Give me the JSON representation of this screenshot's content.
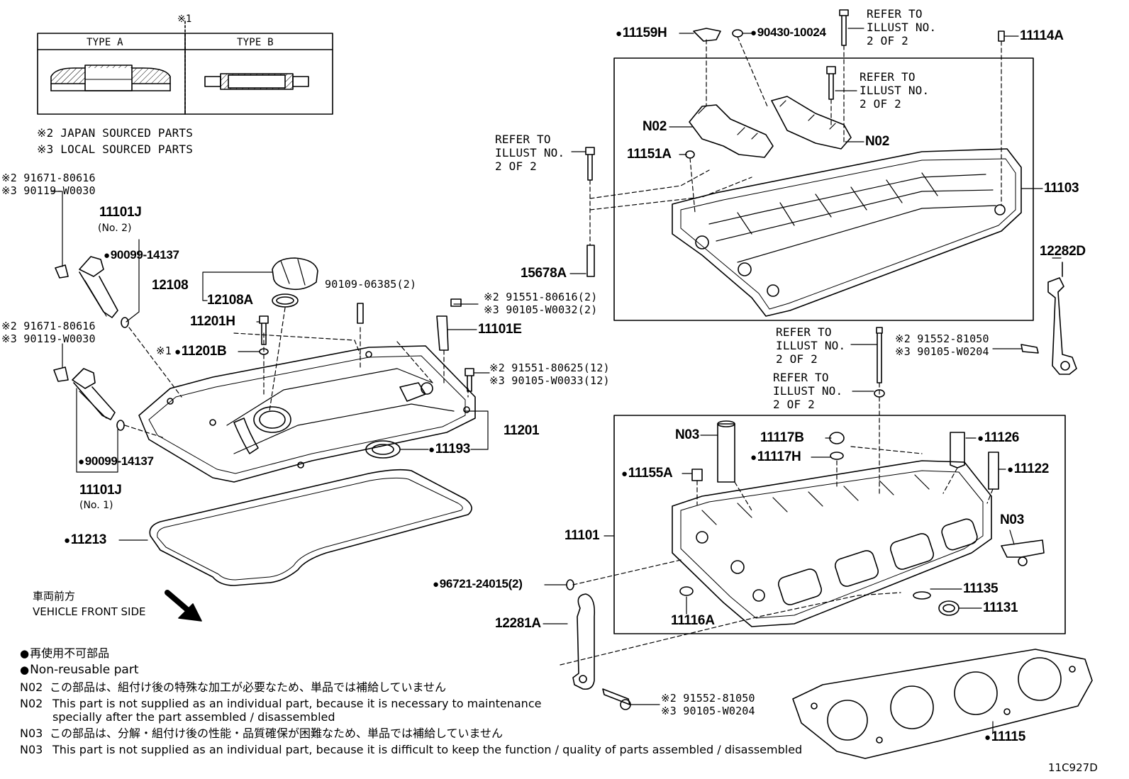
{
  "type_table": {
    "marker": "※1",
    "type_a": "TYPE A",
    "type_b": "TYPE B"
  },
  "source_legend": {
    "japan": "※2 JAPAN SOURCED PARTS",
    "local": "※3 LOCAL SOURCED PARTS"
  },
  "refer": {
    "r1": [
      "REFER TO",
      "ILLUST NO.",
      "2 OF 2"
    ]
  },
  "parts": {
    "p11159H": "11159H",
    "p90430": "90430-10024",
    "p11114A": "11114A",
    "pN02a": "N02",
    "pN02b": "N02",
    "p11151A": "11151A",
    "p11103": "11103",
    "p15678A": "15678A",
    "p12282D": "12282D",
    "p91552a_j": "※2 91552-81050",
    "p91552a_l": "※3 90105-W0204",
    "p91671a_j": "※2 91671-80616",
    "p91671a_l": "※3 90119-W0030",
    "p11101J2": "11101J",
    "p11101J2_no": "(No. 2)",
    "p90099a": "90099-14137",
    "p12108": "12108",
    "p12108A": "12108A",
    "p90109": "90109-06385(2)",
    "p91551a_j": "※2 91551-80616(2)",
    "p91551a_l": "※3 90105-W0032(2)",
    "p11201H": "11201H",
    "p11101E": "11101E",
    "p91671b_j": "※2 91671-80616",
    "p91671b_l": "※3 90119-W0030",
    "p11201B_mark": "※1",
    "p11201B": "11201B",
    "p91551b_j": "※2 91551-80625(12)",
    "p91551b_l": "※3 90105-W0033(12)",
    "p11201": "11201",
    "p11193": "11193",
    "p90099b": "90099-14137",
    "p11101J1": "11101J",
    "p11101J1_no": "(No. 1)",
    "p11213": "11213",
    "pN03a": "N03",
    "p11117B": "11117B",
    "p11117H": "11117H",
    "p11126": "11126",
    "p11122": "11122",
    "p11155A": "11155A",
    "p11101": "11101",
    "pN03b": "N03",
    "p96721": "96721-24015(2)",
    "p11135": "11135",
    "p11131": "11131",
    "p11116A": "11116A",
    "p12281A": "12281A",
    "p91552b_j": "※2 91552-81050",
    "p91552b_l": "※3 90105-W0204",
    "p11115": "11115"
  },
  "front": {
    "jp": "車両前方",
    "en": "VEHICLE FRONT SIDE"
  },
  "notes": {
    "nr_jp": "再使用不可部品",
    "nr_en": "Non-reusable part",
    "n02_code": "N02",
    "n02_jp": "この部品は、組付け後の特殊な加工が必要なため、単品では補給していません",
    "n02_en1": "This part is not supplied as an individual part, because it is necessary to maintenance",
    "n02_en2": "specially after the part assembled / disassembled",
    "n03_code": "N03",
    "n03_jp": "この部品は、分解・組付け後の性能・品質確保が困難なため、単品では補給していません",
    "n03_en": "This part is not supplied as an individual part, because it is difficult to keep the function / quality of parts  assembled / disassembled"
  },
  "illustration_id": "11C927D"
}
